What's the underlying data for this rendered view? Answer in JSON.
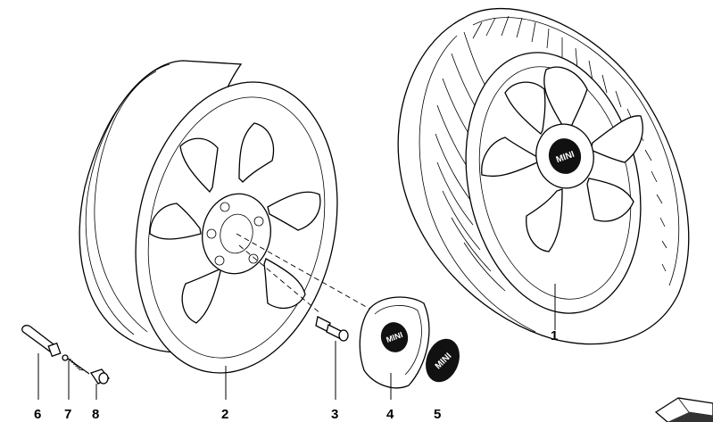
{
  "diagram": {
    "parts": [
      {
        "number": "1",
        "name": "complete-wheel"
      },
      {
        "number": "2",
        "name": "alloy-rim"
      },
      {
        "number": "3",
        "name": "wheel-bolt"
      },
      {
        "number": "4",
        "name": "hub-cap"
      },
      {
        "number": "5",
        "name": "emblem"
      },
      {
        "number": "6",
        "name": "valve-stem"
      },
      {
        "number": "7",
        "name": "valve-insert"
      },
      {
        "number": "8",
        "name": "valve-cap"
      }
    ],
    "logo_text": "MINI"
  },
  "colors": {
    "line": "#000000",
    "background": "#ffffff",
    "emblem": "#111111"
  }
}
